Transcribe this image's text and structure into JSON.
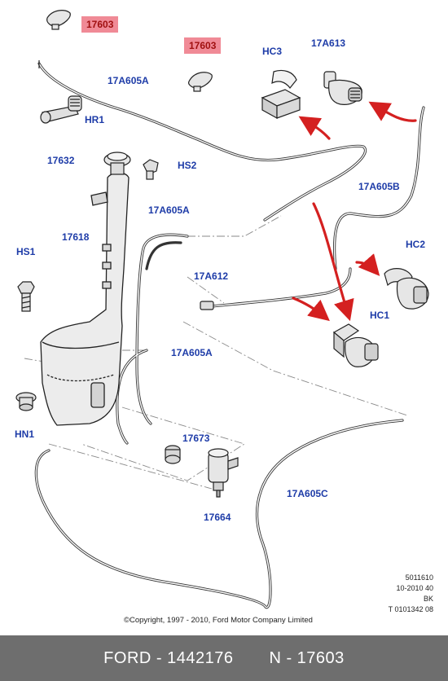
{
  "labels": {
    "p17603_a": "17603",
    "p17603_b": "17603",
    "p17A605A_top": "17A605A",
    "hr1": "HR1",
    "hc3": "HC3",
    "p17A613": "17A613",
    "p17632": "17632",
    "hs2": "HS2",
    "p17A605B": "17A605B",
    "p17A605A_mid": "17A605A",
    "p17618": "17618",
    "hs1": "HS1",
    "hc2": "HC2",
    "p17A612": "17A612",
    "hc1": "HC1",
    "p17A605A_low": "17A605A",
    "p17673": "17673",
    "hn1": "HN1",
    "p17A605C": "17A605C",
    "p17664": "17664"
  },
  "meta": {
    "line1": "5011610",
    "line2": "10-2010 40",
    "line3": "BK",
    "line4": "T 0101342 08"
  },
  "copyright": "©Copyright, 1997 - 2010, Ford Motor Company Limited",
  "footer": {
    "brand_part": "FORD - 1442176",
    "number": "N - 17603"
  },
  "colors": {
    "label_blue": "#1e3ca8",
    "highlight_fill": "#f08a96",
    "arrow_red": "#d42020",
    "footer_bg": "#6e6e6e"
  }
}
